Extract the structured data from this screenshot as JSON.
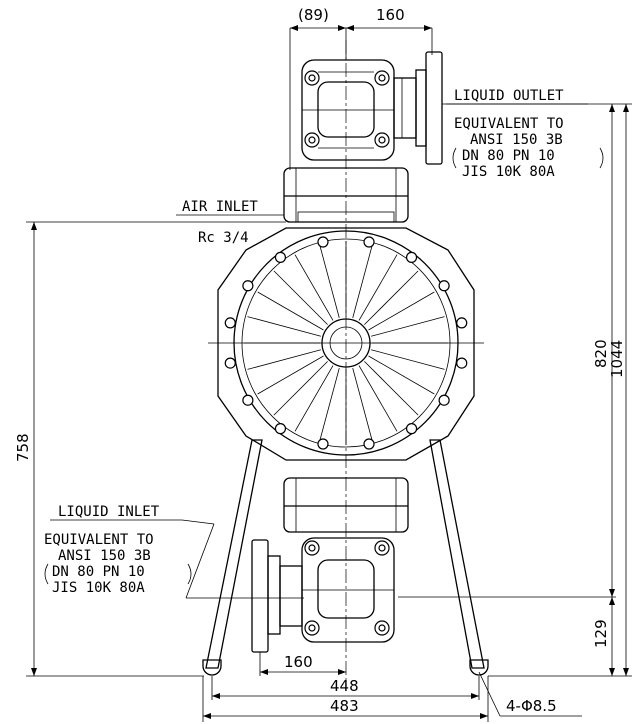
{
  "dimensions": {
    "top_left": "(89)",
    "top_right": "160",
    "height_820": "820",
    "height_1044": "1044",
    "height_758": "758",
    "height_129": "129",
    "bottom_160": "160",
    "width_448": "448",
    "width_483": "483",
    "holes": "4-Φ8.5"
  },
  "labels": {
    "liquid_outlet": "LIQUID OUTLET",
    "outlet_spec": [
      "EQUIVALENT TO",
      "ANSI 150 3B",
      "DN 80 PN 10",
      "JIS 10K 80A"
    ],
    "air_inlet": "AIR INLET",
    "air_inlet_size": "Rc 3/4",
    "liquid_inlet": "LIQUID INLET",
    "inlet_spec": [
      "EQUIVALENT TO",
      "ANSI 150 3B",
      "DN 80 PN 10",
      "JIS 10K 80A"
    ]
  }
}
